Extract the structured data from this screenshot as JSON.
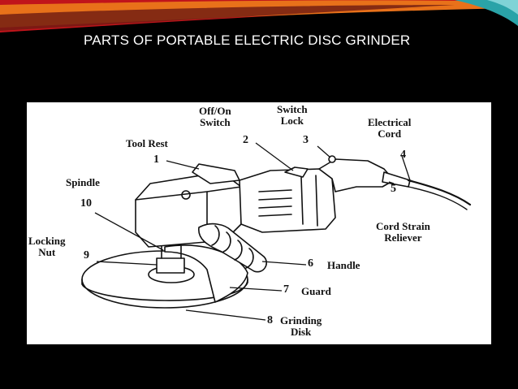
{
  "slide": {
    "title": "PARTS OF PORTABLE ELECTRIC DISC GRINDER"
  },
  "theme": {
    "background": "#000000",
    "accent_red": "#c0141b",
    "accent_orange": "#e8711a",
    "accent_teal": "#2aa3a8",
    "title_color": "#ffffff"
  },
  "diagram": {
    "parts": [
      {
        "number": "1",
        "label": "Tool Rest"
      },
      {
        "number": "2",
        "label": "Off/On\nSwitch"
      },
      {
        "number": "3",
        "label": "Switch\nLock"
      },
      {
        "number": "4",
        "label": "Electrical\nCord"
      },
      {
        "number": "5",
        "label": "Cord Strain\nReliever"
      },
      {
        "number": "6",
        "label": "Handle"
      },
      {
        "number": "7",
        "label": "Guard"
      },
      {
        "number": "8",
        "label": "Grinding\nDisk"
      },
      {
        "number": "9",
        "label": "Locking\nNut"
      },
      {
        "number": "10",
        "label": "Spindle"
      }
    ]
  }
}
